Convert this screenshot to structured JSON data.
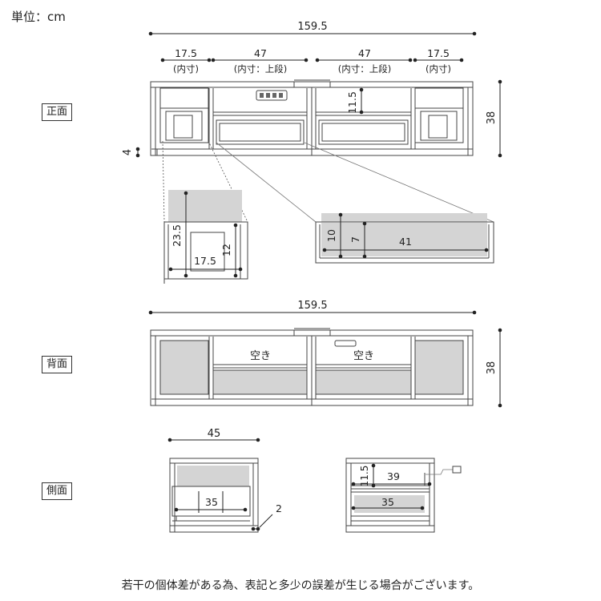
{
  "unit_label": "単位：cm",
  "views": {
    "front": "正面",
    "back": "背面",
    "side": "側面"
  },
  "front": {
    "total_width": "159.5",
    "height": "38",
    "top_dims": [
      {
        "value": "17.5",
        "note": "(内寸)"
      },
      {
        "value": "47",
        "note": "(内寸：上段)"
      },
      {
        "value": "47",
        "note": "(内寸：上段)"
      },
      {
        "value": "17.5",
        "note": "(内寸)"
      }
    ],
    "shelf_height": "11.5",
    "leg_height": "4"
  },
  "detail_left": {
    "height_outer": "23.5",
    "height_inner": "12",
    "width": "17.5"
  },
  "detail_drawer": {
    "height_outer": "10",
    "height_inner": "7",
    "width": "41"
  },
  "back": {
    "total_width": "159.5",
    "height": "38",
    "open_label_left": "空き",
    "open_label_right": "空き"
  },
  "side": {
    "depth": "45",
    "inner_depth_left": "35",
    "panel_thickness": "2",
    "shelf_height": "11.5",
    "inner_depth_top": "39",
    "inner_depth_right": "35"
  },
  "footer_note": "若干の個体差がある為、表記と多少の誤差が生じる場合がございます。",
  "colors": {
    "line": "#444444",
    "gray_fill": "#d4d4d4",
    "panel": "#ffffff"
  }
}
